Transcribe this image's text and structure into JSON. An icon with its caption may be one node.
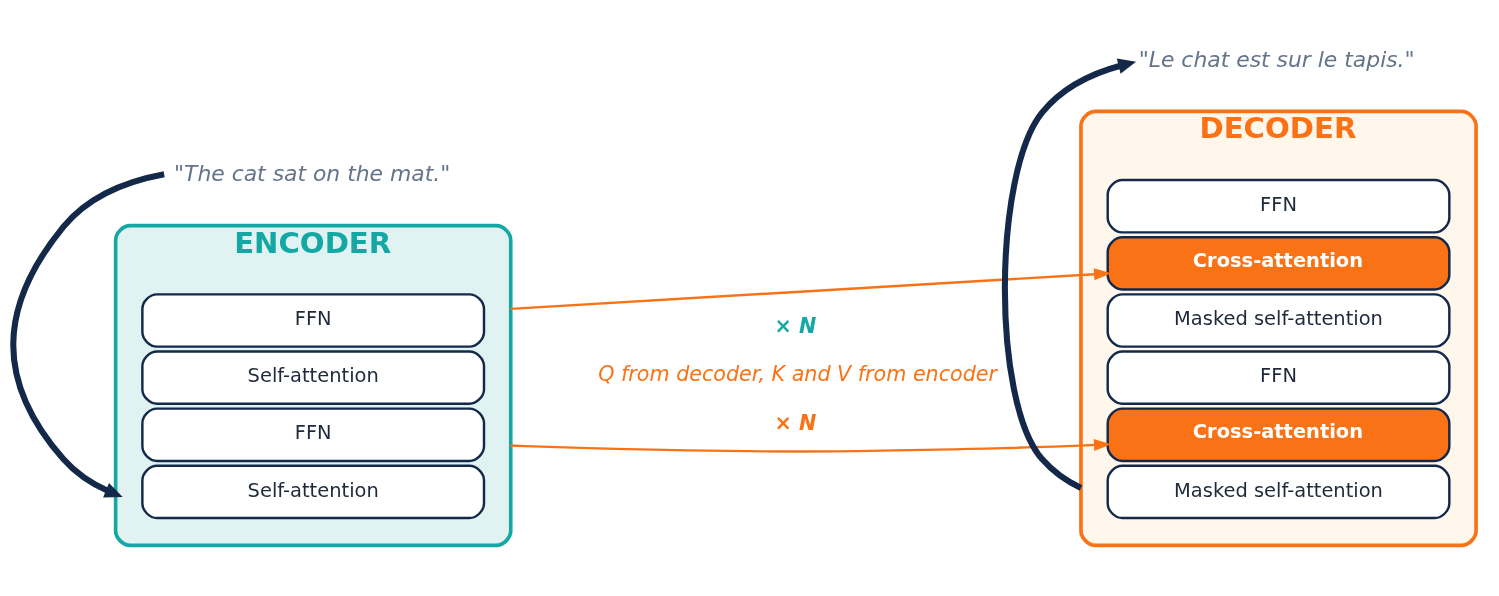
{
  "diagram": {
    "nodes": [
      {
        "text": [
          "ENCODER"
        ]
      },
      {
        "text": [
          "FFN"
        ],
        "in": 0
      },
      {
        "text": [
          "Self-attention"
        ],
        "in": 0
      },
      {
        "text": [
          "FFN"
        ],
        "in": 0
      },
      {
        "text": [
          "Self-attention"
        ],
        "in": 0
      },
      {
        "text": [
          "DECODER"
        ]
      },
      {
        "text": [
          "FFN"
        ],
        "in": 5
      },
      {
        "text": [
          "Cross-attention"
        ],
        "in": 5
      },
      {
        "text": [
          "Masked self-attention"
        ],
        "in": 5
      },
      {
        "text": [
          "FFN"
        ],
        "in": 5
      },
      {
        "text": [
          "Cross-attention"
        ],
        "in": 5
      },
      {
        "text": [
          "Masked self-attention"
        ],
        "in": 5
      },
      {
        "text": [
          "\"The cat sat on the mat.\""
        ]
      },
      {
        "text": [
          "\"Le chat est sur le tapis.\""
        ]
      }
    ],
    "edges": [
      {
        "from": 12,
        "to": 0,
        "arrow": "to",
        "style": "thick",
        "color": "#14294a"
      },
      {
        "from": 0,
        "to": 7,
        "arrow": "to",
        "color": "#f97316"
      },
      {
        "from": 0,
        "to": 10,
        "arrow": "to",
        "color": "#f97316"
      },
      {
        "from": 5,
        "to": 13,
        "arrow": "to",
        "style": "thick",
        "color": "#14294a"
      }
    ],
    "labels": [
      "× N",
      "Q from decoder, K and V from encoder",
      "× N"
    ]
  }
}
